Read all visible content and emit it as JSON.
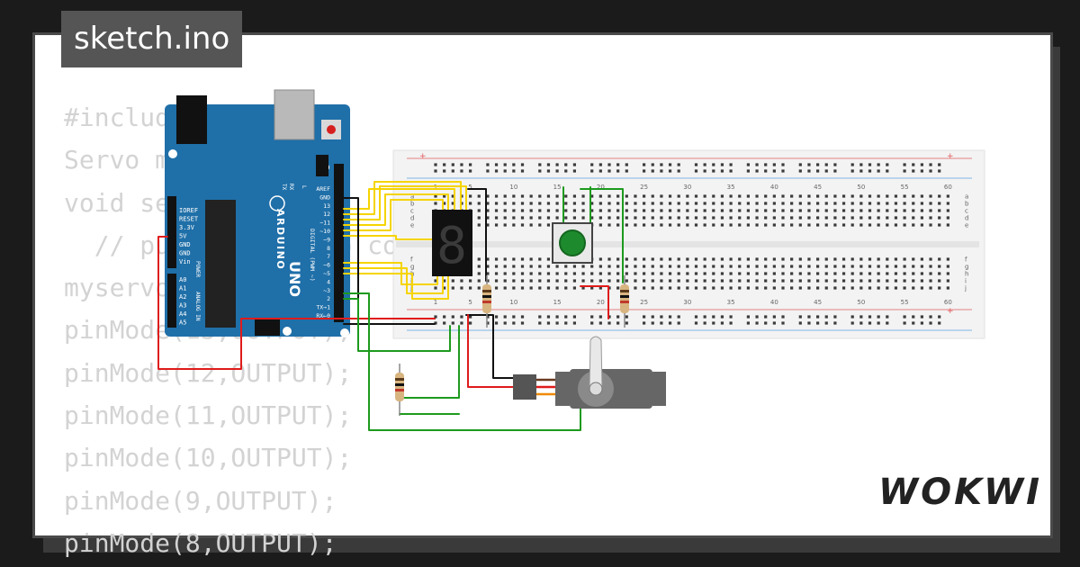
{
  "page": {
    "title": "sketch.ino",
    "brand": "WOKWI"
  },
  "code_lines": [
    "#include <Servo.h>",
    "Servo myservo;",
    "void setup() {",
    "  // put your setup code here",
    "myservo.attach(3);",
    "pinMode(13,OUTPUT);",
    "pinMode(12,OUTPUT);",
    "pinMode(11,OUTPUT);",
    "pinMode(10,OUTPUT);",
    "pinMode(9,OUTPUT);",
    "pinMode(8,OUTPUT);"
  ],
  "arduino": {
    "brand": "ARDUINO",
    "model": "UNO",
    "power_pins": [
      "IOREF",
      "RESET",
      "3.3V",
      "5V",
      "GND",
      "GND",
      "Vin"
    ],
    "power_label": "POWER",
    "analog_pins": [
      "A0",
      "A1",
      "A2",
      "A3",
      "A4",
      "A5"
    ],
    "analog_label": "ANALOG IN",
    "digital_pins": [
      "AREF",
      "GND",
      "13",
      "12",
      "~11",
      "~10",
      "~9",
      "8",
      "7",
      "~6",
      "~5",
      "4",
      "~3",
      "2",
      "TX→1",
      "RX←0"
    ],
    "digital_label": "DIGITAL (PWM ~)",
    "leds": [
      "L",
      "TX",
      "RX"
    ]
  },
  "breadboard": {
    "col_numbers": [
      "1",
      "5",
      "10",
      "15",
      "20",
      "25",
      "30",
      "35",
      "40",
      "45",
      "50",
      "55",
      "60"
    ],
    "rows_top": [
      "a",
      "b",
      "c",
      "d",
      "e"
    ],
    "rows_bottom": [
      "f",
      "g",
      "h",
      "i",
      "j"
    ],
    "rail_plus": "+",
    "rail_minus": "−"
  },
  "seven_segment": {
    "digit": "8"
  },
  "colors": {
    "arduino_board": "#1f6fa8",
    "breadboard": "#f4f4f4",
    "wire_yellow": "#f5d400",
    "wire_green": "#1d9a1d",
    "wire_red": "#e01b1b",
    "wire_black": "#111111",
    "button_cap": "#1e8a2e",
    "code_text": "#d3d3d3"
  }
}
